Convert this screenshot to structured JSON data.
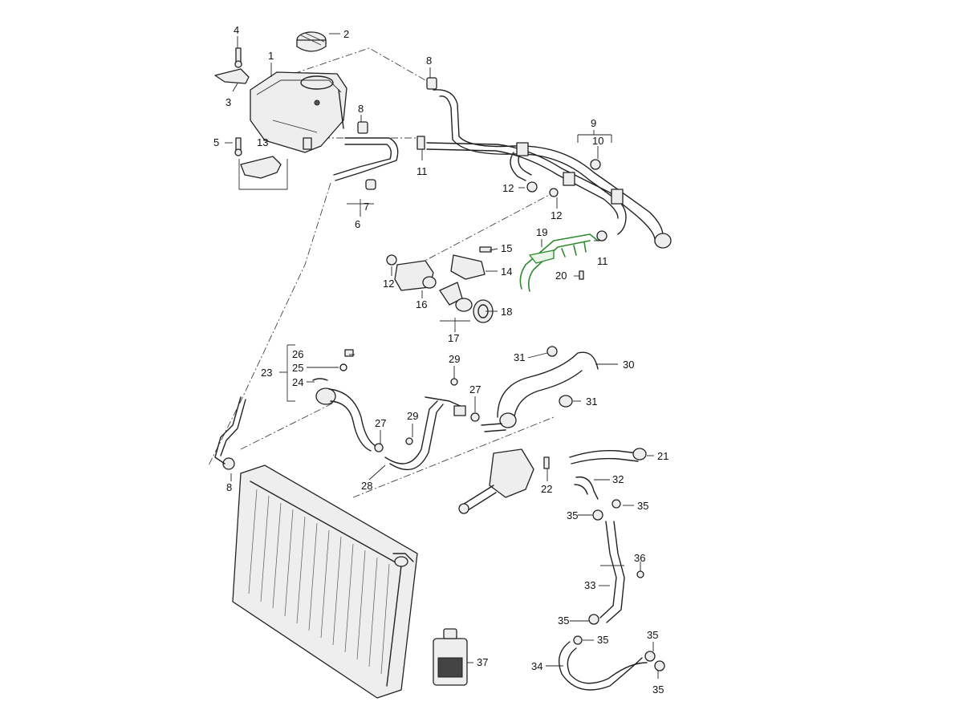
{
  "labels": [
    "1",
    "2",
    "3",
    "4",
    "5",
    "6",
    "7",
    "8",
    "9",
    "10",
    "11",
    "12",
    "13",
    "14",
    "15",
    "16",
    "17",
    "18",
    "19",
    "20",
    "21",
    "22",
    "23",
    "24",
    "25",
    "26",
    "27",
    "28",
    "29",
    "30",
    "31",
    "32",
    "33",
    "34",
    "35",
    "36",
    "37"
  ],
  "colors": {
    "line": "#222222",
    "highlight": "#2e8b2e",
    "background": "#ffffff"
  }
}
